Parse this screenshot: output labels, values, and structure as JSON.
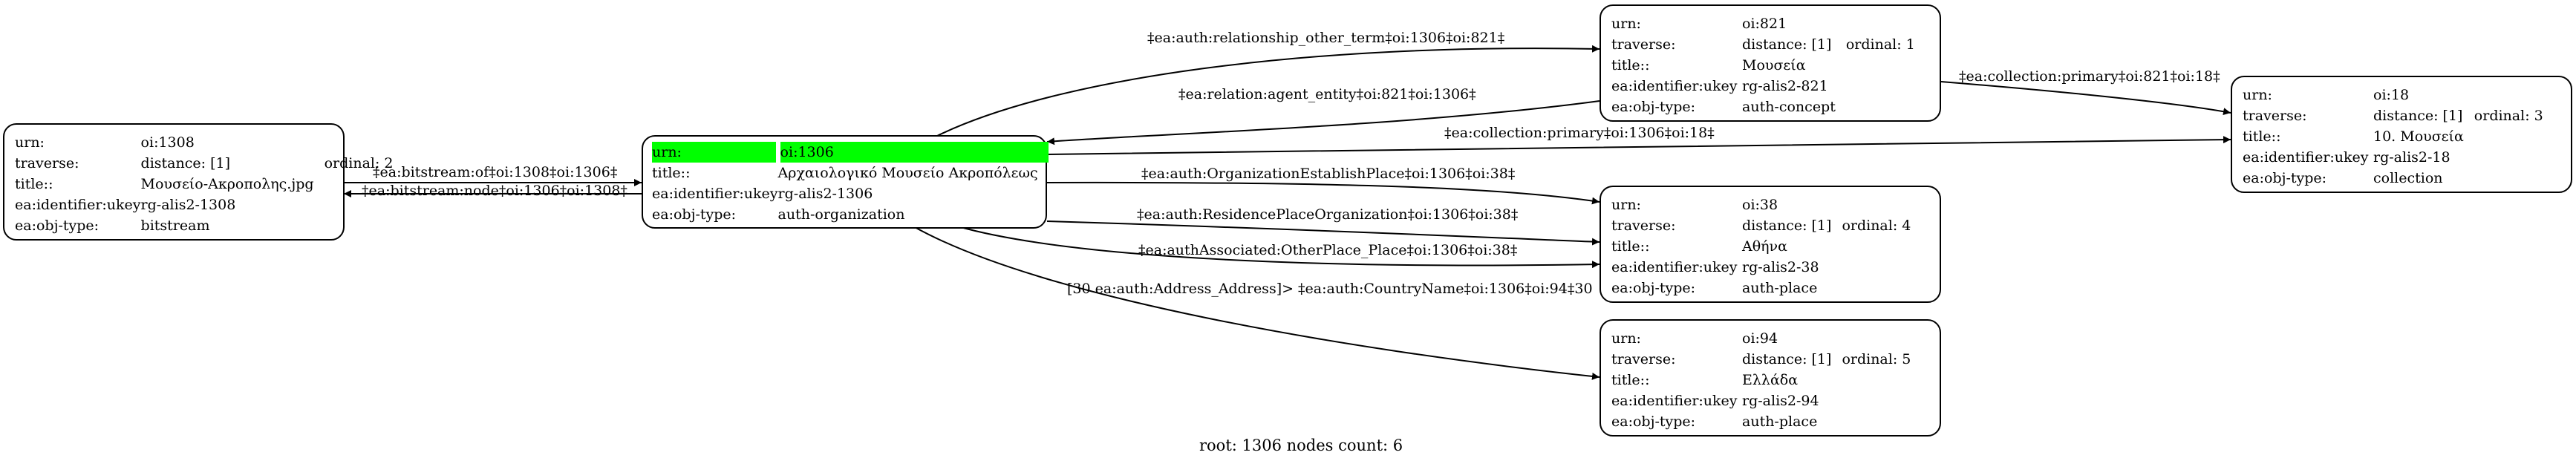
{
  "nodes": [
    {
      "id": "n1308",
      "rows": [
        {
          "k": "urn:",
          "v": "oi:1308"
        },
        {
          "k": "traverse:",
          "v": "distance: [1]",
          "extra": "ordinal: 2"
        },
        {
          "k": "title::",
          "v": "Μουσείο-Ακροπολης.jpg"
        },
        {
          "k": "ea:identifier:ukey",
          "v": "rg-alis2-1308"
        },
        {
          "k": "ea:obj-type:",
          "v": "bitstream"
        }
      ]
    },
    {
      "id": "n1306",
      "highlight_first": true,
      "rows": [
        {
          "k": "urn:",
          "v": "oi:1306"
        },
        {
          "k": "title::",
          "v": "Αρχαιολογικό Μουσείο Ακροπόλεως"
        },
        {
          "k": "ea:identifier:ukey",
          "v": "rg-alis2-1306"
        },
        {
          "k": "ea:obj-type:",
          "v": "auth-organization"
        }
      ]
    },
    {
      "id": "n821",
      "rows": [
        {
          "k": "urn:",
          "v": "oi:821"
        },
        {
          "k": "traverse:",
          "v": "distance: [1]",
          "extra": "ordinal: 1"
        },
        {
          "k": "title::",
          "v": "Μουσεία"
        },
        {
          "k": "ea:identifier:ukey",
          "v": "rg-alis2-821"
        },
        {
          "k": "ea:obj-type:",
          "v": "auth-concept"
        }
      ]
    },
    {
      "id": "n38",
      "rows": [
        {
          "k": "urn:",
          "v": "oi:38"
        },
        {
          "k": "traverse:",
          "v": "distance: [1]",
          "extra": "ordinal: 4"
        },
        {
          "k": "title::",
          "v": "Αθήνα"
        },
        {
          "k": "ea:identifier:ukey",
          "v": "rg-alis2-38"
        },
        {
          "k": "ea:obj-type:",
          "v": "auth-place"
        }
      ]
    },
    {
      "id": "n94",
      "rows": [
        {
          "k": "urn:",
          "v": "oi:94"
        },
        {
          "k": "traverse:",
          "v": "distance: [1]",
          "extra": "ordinal: 5"
        },
        {
          "k": "title::",
          "v": "Ελλάδα"
        },
        {
          "k": "ea:identifier:ukey",
          "v": "rg-alis2-94"
        },
        {
          "k": "ea:obj-type:",
          "v": "auth-place"
        }
      ]
    },
    {
      "id": "n18",
      "rows": [
        {
          "k": "urn:",
          "v": "oi:18"
        },
        {
          "k": "traverse:",
          "v": "distance: [1]",
          "extra": "ordinal: 3"
        },
        {
          "k": "title::",
          "v": "10. Μουσεία"
        },
        {
          "k": "ea:identifier:ukey",
          "v": "rg-alis2-18"
        },
        {
          "k": "ea:obj-type:",
          "v": "collection"
        }
      ]
    }
  ],
  "edges": [
    {
      "id": "e1",
      "label": "‡ea:bitstream:of‡oi:1308‡oi:1306‡"
    },
    {
      "id": "e2",
      "label": "‡ea:bitstream:node‡oi:1306‡oi:1308‡"
    },
    {
      "id": "e3",
      "label": "‡ea:auth:relationship_other_term‡oi:1306‡oi:821‡"
    },
    {
      "id": "e4",
      "label": "‡ea:relation:agent_entity‡oi:821‡oi:1306‡"
    },
    {
      "id": "e5",
      "label": "‡ea:collection:primary‡oi:821‡oi:18‡"
    },
    {
      "id": "e6",
      "label": "‡ea:collection:primary‡oi:1306‡oi:18‡"
    },
    {
      "id": "e7",
      "label": "‡ea:auth:OrganizationEstablishPlace‡oi:1306‡oi:38‡"
    },
    {
      "id": "e8",
      "label": "‡ea:auth:ResidencePlaceOrganization‡oi:1306‡oi:38‡"
    },
    {
      "id": "e9",
      "label": "‡ea:authAssociated:OtherPlace_Place‡oi:1306‡oi:38‡"
    },
    {
      "id": "e10",
      "label": "[30 ea:auth:Address_Address]> ‡ea:auth:CountryName‡oi:1306‡oi:94‡30"
    }
  ],
  "footer": "root: 1306 nodes count: 6"
}
